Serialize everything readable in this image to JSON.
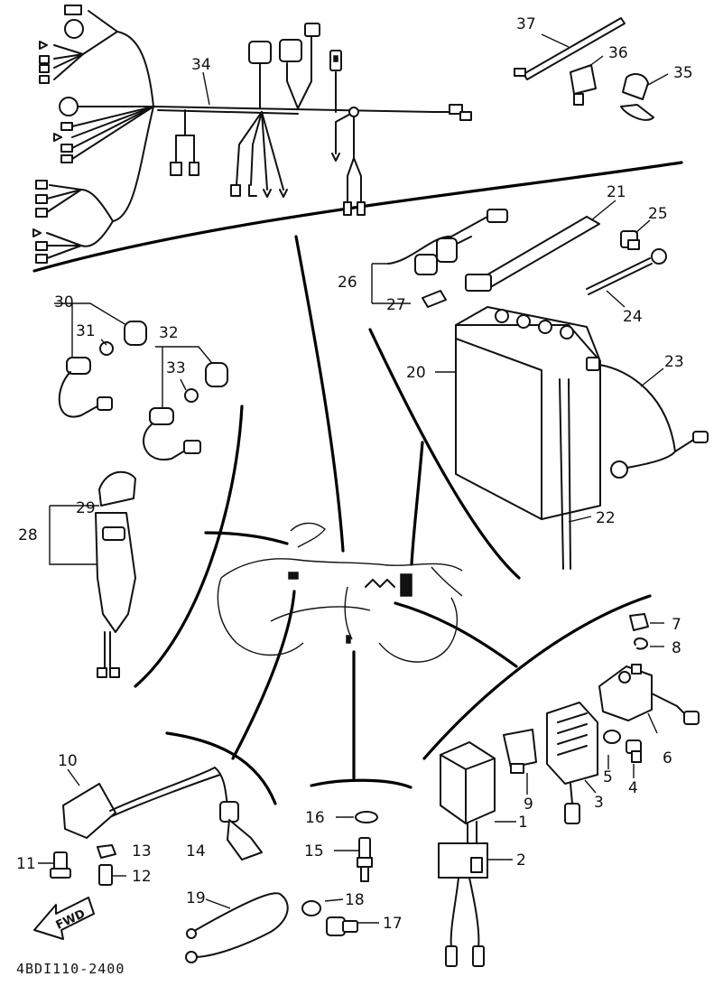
{
  "diagram": {
    "drawing_code": "4BDI110-2400",
    "direction_arrow": "FWD",
    "callouts": {
      "p1": "1",
      "p2": "2",
      "p3": "3",
      "p4": "4",
      "p5": "5",
      "p6": "6",
      "p7": "7",
      "p8": "8",
      "p9": "9",
      "p10": "10",
      "p11": "11",
      "p12": "12",
      "p13": "13",
      "p14": "14",
      "p15": "15",
      "p16": "16",
      "p17": "17",
      "p18": "18",
      "p19": "19",
      "p20": "20",
      "p21": "21",
      "p22": "22",
      "p23": "23",
      "p24": "24",
      "p25": "25",
      "p26": "26",
      "p27": "27",
      "p28": "28",
      "p29": "29",
      "p30": "30",
      "p31": "31",
      "p32": "32",
      "p33": "33",
      "p34": "34",
      "p35": "35",
      "p36": "36",
      "p37": "37"
    }
  }
}
